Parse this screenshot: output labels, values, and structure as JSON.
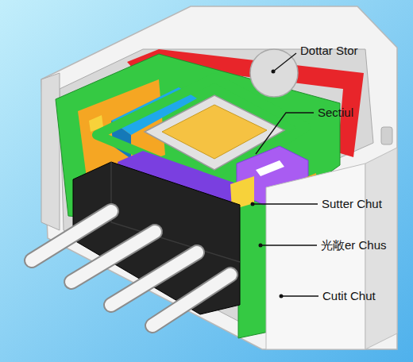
{
  "diagram": {
    "labels": [
      "Dottar Stor",
      "Sectiul",
      "Sutter Chut",
      "光敞er Chus",
      "Cutit Chut"
    ]
  }
}
